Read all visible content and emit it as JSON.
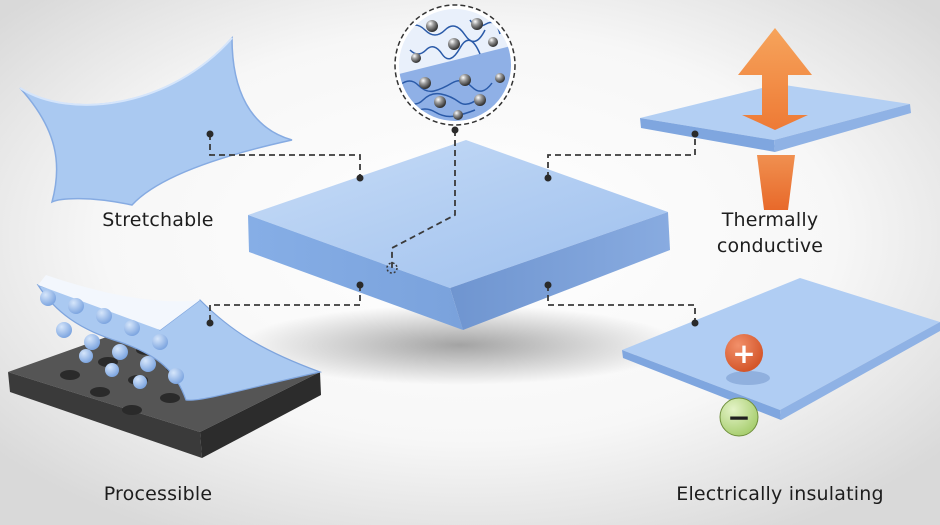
{
  "labels": {
    "stretchable": "Stretchable",
    "thermal_line1": "Thermally",
    "thermal_line2": "conductive",
    "processible": "Processible",
    "insulating": "Electrically insulating"
  },
  "symbols": {
    "positive": "+",
    "negative": "−"
  },
  "icons": [
    "arrow-up-icon",
    "plus-icon",
    "minus-icon",
    "magnifier-icon"
  ],
  "colors": {
    "film": "#a9c8ef",
    "film_dark": "#7ea4dd",
    "arrow": "#f3944a",
    "arrow_dark": "#e86f2e",
    "plus": "#e2683a",
    "minus": "#c9e39a",
    "mold": "#4b4b4b",
    "connector": "#3a3a3a"
  }
}
